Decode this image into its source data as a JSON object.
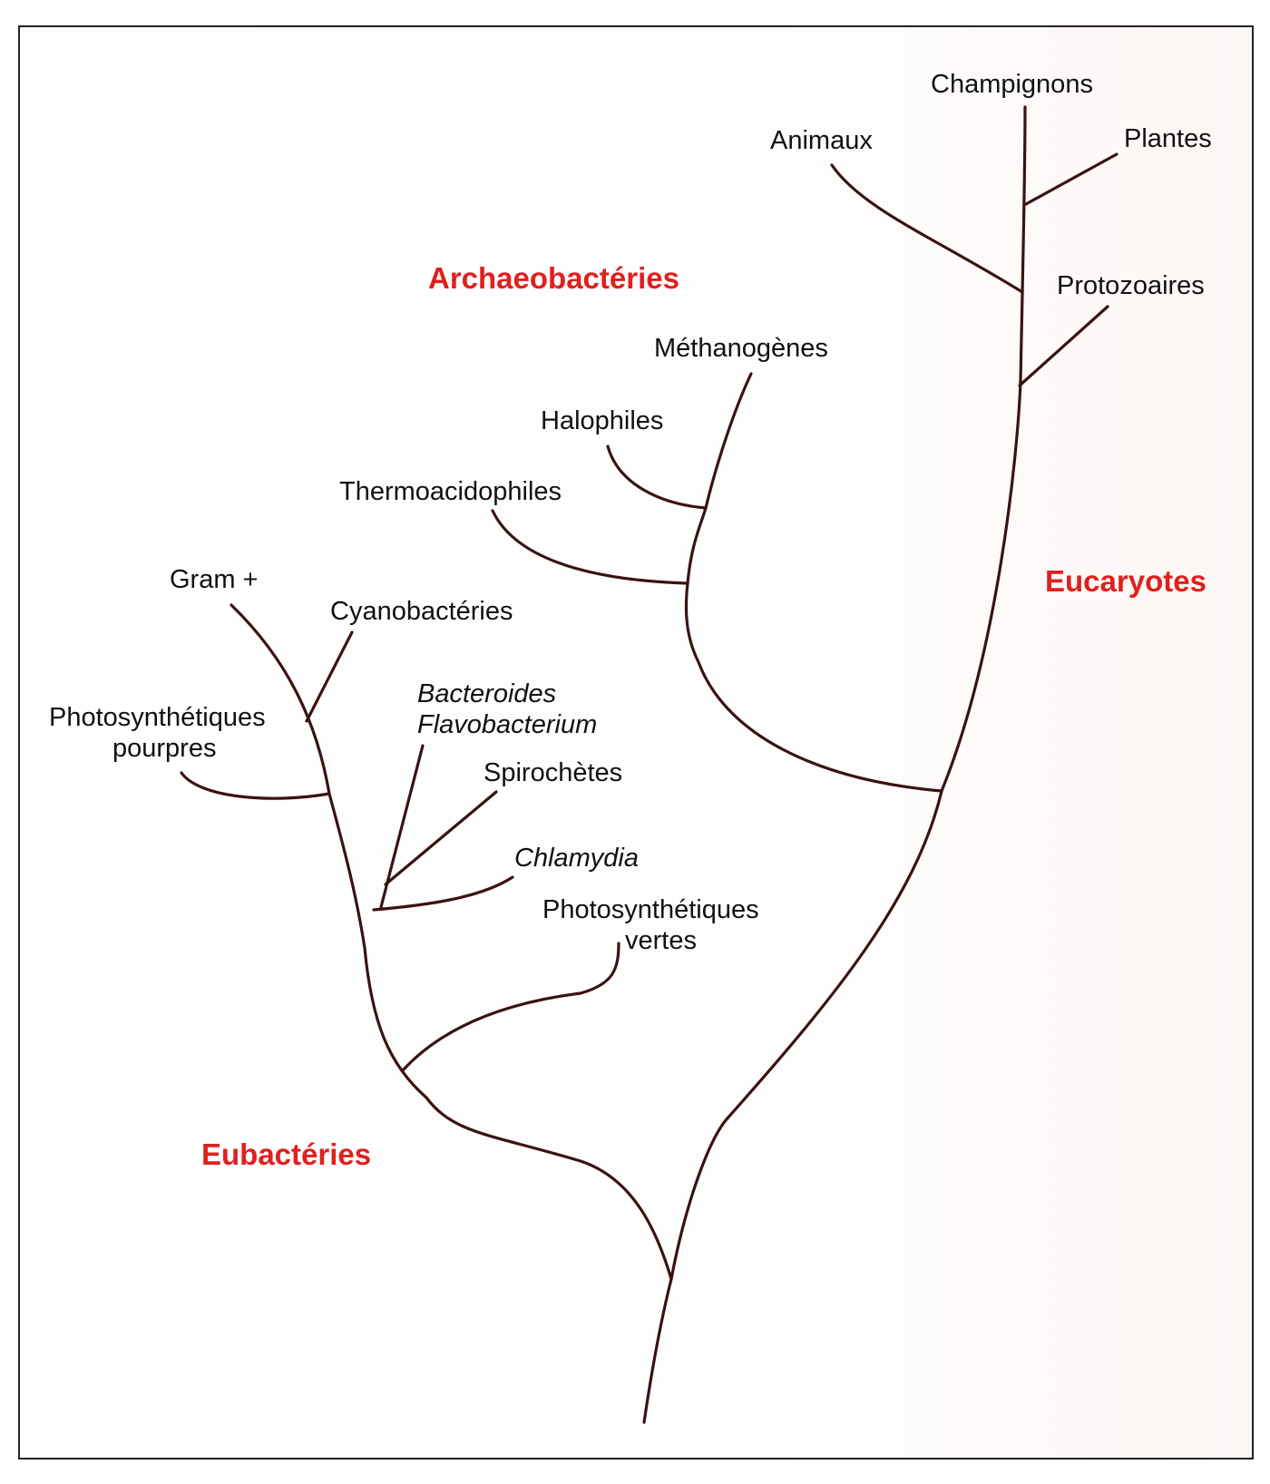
{
  "colors": {
    "branch": "#3a1212",
    "group_label": "#e0201c",
    "label": "#111111"
  },
  "groups": {
    "archaeo": "Archaeobactéries",
    "euca": "Eucaryotes",
    "eubac": "Eubactéries"
  },
  "labels": {
    "champignons": "Champignons",
    "animaux": "Animaux",
    "plantes": "Plantes",
    "protozoaires": "Protozoaires",
    "methanogenes": "Méthanogènes",
    "halophiles": "Halophiles",
    "thermoacidophiles": "Thermoacidophiles",
    "gram": "Gram +",
    "cyanobacteries": "Cyanobactéries",
    "bacteroides": "Bacteroides",
    "flavobacterium": "Flavobacterium",
    "photo_pourpres_1": "Photosynthétiques",
    "photo_pourpres_2": "pourpres",
    "spirochetes": "Spirochètes",
    "chlamydia": "Chlamydia",
    "photo_vertes_1": "Photosynthétiques",
    "photo_vertes_2": "vertes"
  }
}
